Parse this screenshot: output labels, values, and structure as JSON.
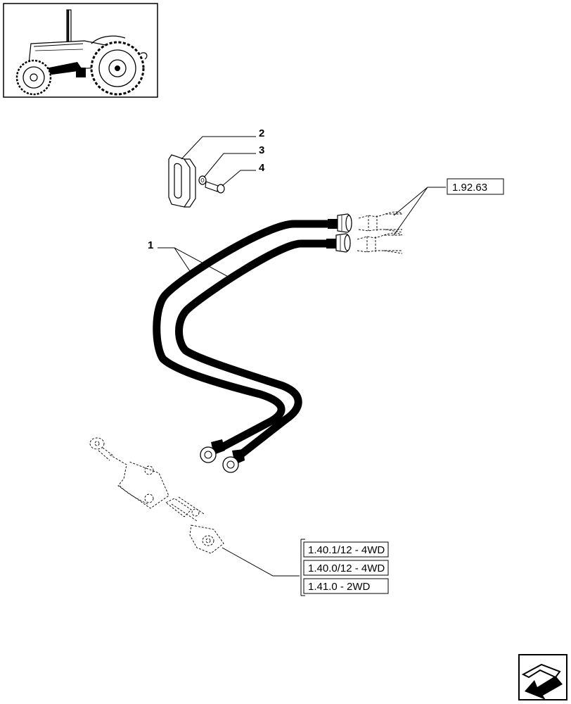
{
  "callouts": {
    "hose": "1",
    "bracket": "2",
    "washer": "3",
    "bolt": "4"
  },
  "references": {
    "connector": "1.92.63",
    "cylinder": [
      "1.40.1/12 - 4WD",
      "1.40.0/12 - 4WD",
      "1.41.0 - 2WD"
    ]
  },
  "icons": {
    "thumbnail": "tractor-icon",
    "navigation": "next-page-arrow-icon"
  }
}
